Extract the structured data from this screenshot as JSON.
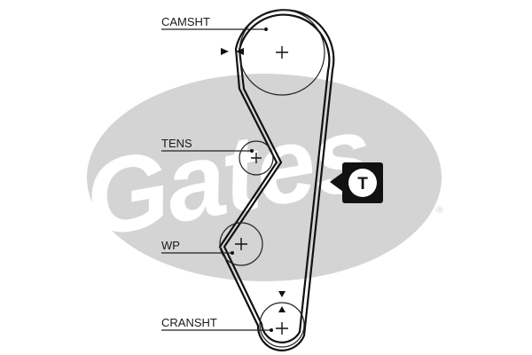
{
  "watermark": {
    "brand_name": "Gates",
    "registered_mark": "®",
    "ellipse_color": "#d4d4d4",
    "letter_color": "#ffffff"
  },
  "labels": {
    "camshaft": "CAMSHT",
    "tensioner": "TENS",
    "water_pump": "WP",
    "crankshaft": "CRANSHT"
  },
  "tension_marker": {
    "letter": "T",
    "icon": "tension-check-icon"
  },
  "colors": {
    "belt": "#111111",
    "line": "#222222"
  }
}
